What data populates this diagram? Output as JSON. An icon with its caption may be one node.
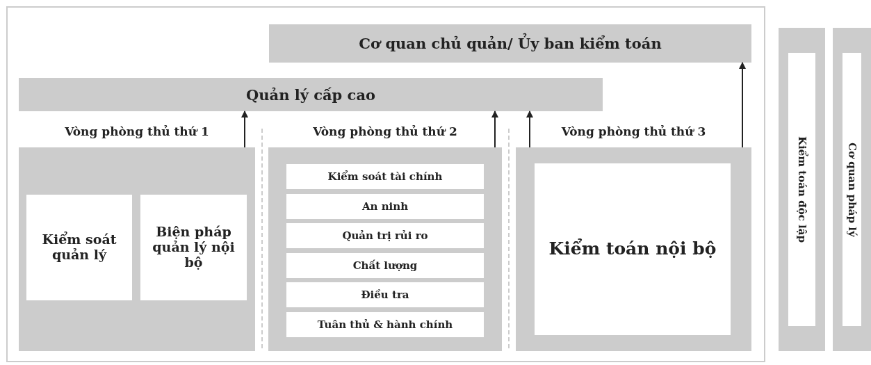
{
  "diagram": {
    "nodes": [
      {
        "text": [
          "Cơ quan chủ quản/ Ủy ban kiểm toán"
        ]
      },
      {
        "text": [
          "Quản lý cấp cao"
        ]
      },
      {
        "text": [
          "Vòng phòng thủ thứ 1"
        ]
      },
      {
        "text": [
          "Kiểm soát quản lý"
        ],
        "in": 2
      },
      {
        "text": [
          "Biện pháp quản lý nội bộ"
        ],
        "in": 2
      },
      {
        "text": [
          "Vòng phòng thủ thứ 2"
        ]
      },
      {
        "text": [
          "Kiểm soát tài chính"
        ],
        "in": 5
      },
      {
        "text": [
          "An ninh"
        ],
        "in": 5
      },
      {
        "text": [
          "Quản trị rủi ro"
        ],
        "in": 5
      },
      {
        "text": [
          "Chất lượng"
        ],
        "in": 5
      },
      {
        "text": [
          "Điều tra"
        ],
        "in": 5
      },
      {
        "text": [
          "Tuân thủ & hành chính"
        ],
        "in": 5
      },
      {
        "text": [
          "Vòng phòng thủ thứ 3"
        ]
      },
      {
        "text": [
          "Kiểm toán nội bộ"
        ],
        "in": 12
      },
      {
        "text": [
          "Kiểm toán độc lập"
        ]
      },
      {
        "text": [
          "Cơ quan pháp lý"
        ]
      }
    ],
    "edges": [
      {
        "from": 2,
        "to": 1,
        "arrow": "to"
      },
      {
        "from": 5,
        "to": 1,
        "arrow": "to"
      },
      {
        "from": 12,
        "to": 1,
        "arrow": "to"
      },
      {
        "from": 12,
        "to": 0,
        "arrow": "to"
      }
    ]
  }
}
